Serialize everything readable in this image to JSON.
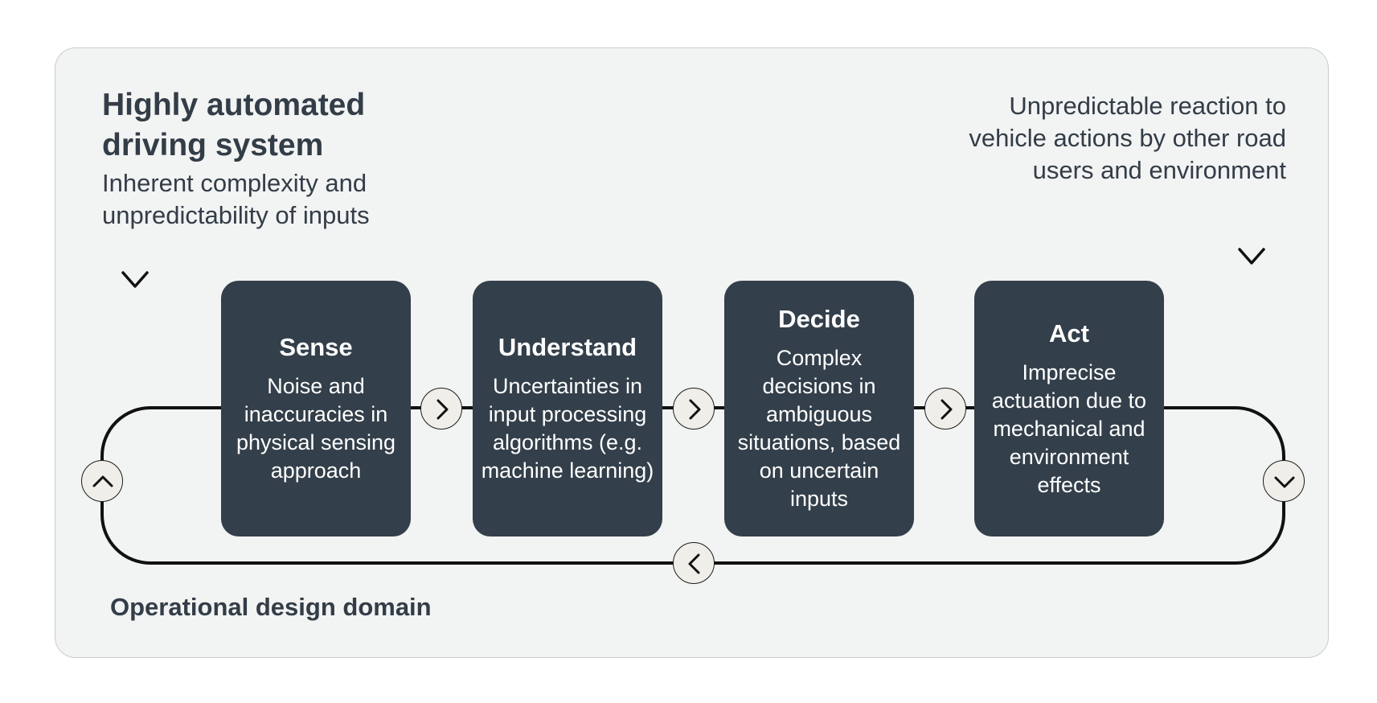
{
  "header": {
    "title": "Highly automated driving system",
    "subtitle": "Inherent complexity and unpredictability of inputs"
  },
  "external_note": "Unpredictable reaction to vehicle actions by other road users and environment",
  "domain_label": "Operational design domain",
  "stages": [
    {
      "title": "Sense",
      "description": "Noise and inaccuracies in physical sensing approach"
    },
    {
      "title": "Understand",
      "description": "Uncertainties in input processing algorithms (e.g. machine learning)"
    },
    {
      "title": "Decide",
      "description": "Complex decisions in ambiguous situations, based on uncertain inputs"
    },
    {
      "title": "Act",
      "description": "Imprecise actuation due to mechanical and environment effects"
    }
  ],
  "colors": {
    "panel_background": "#f2f3f3",
    "stage_fill": "#333f4a",
    "text": "#333d47",
    "node_fill": "#f0eee9",
    "line": "#111111"
  },
  "icons": {
    "flow_next": "chevron-right-icon",
    "flow_back": "chevron-left-icon",
    "flow_up": "chevron-up-icon",
    "flow_down": "chevron-down-icon",
    "input_arrow": "chevron-down-icon"
  }
}
